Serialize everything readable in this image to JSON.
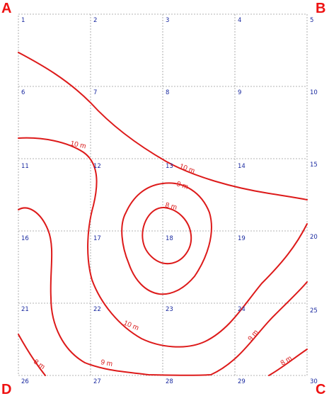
{
  "corners": [
    {
      "id": "A",
      "label": "A"
    },
    {
      "id": "B",
      "label": "B"
    },
    {
      "id": "C",
      "label": "C"
    },
    {
      "id": "D",
      "label": "D"
    }
  ],
  "grid_numbers": [
    "1",
    "2",
    "3",
    "4",
    "5",
    "6",
    "7",
    "8",
    "9",
    "10",
    "11",
    "12",
    "13",
    "14",
    "15",
    "16",
    "17",
    "18",
    "19",
    "20",
    "21",
    "22",
    "23",
    "24",
    "25",
    "26",
    "27",
    "28",
    "29",
    "30"
  ],
  "contour_labels": [
    "10 m",
    "10 m",
    "9 m",
    "8 m",
    "10 m",
    "9 m",
    "9 m",
    "8 m",
    "8 m"
  ],
  "colors": {
    "contour": "#dd1a1a",
    "corner": "#ee1111",
    "grid_number": "#1a2aa0",
    "grid_line": "#9a9a9a"
  }
}
